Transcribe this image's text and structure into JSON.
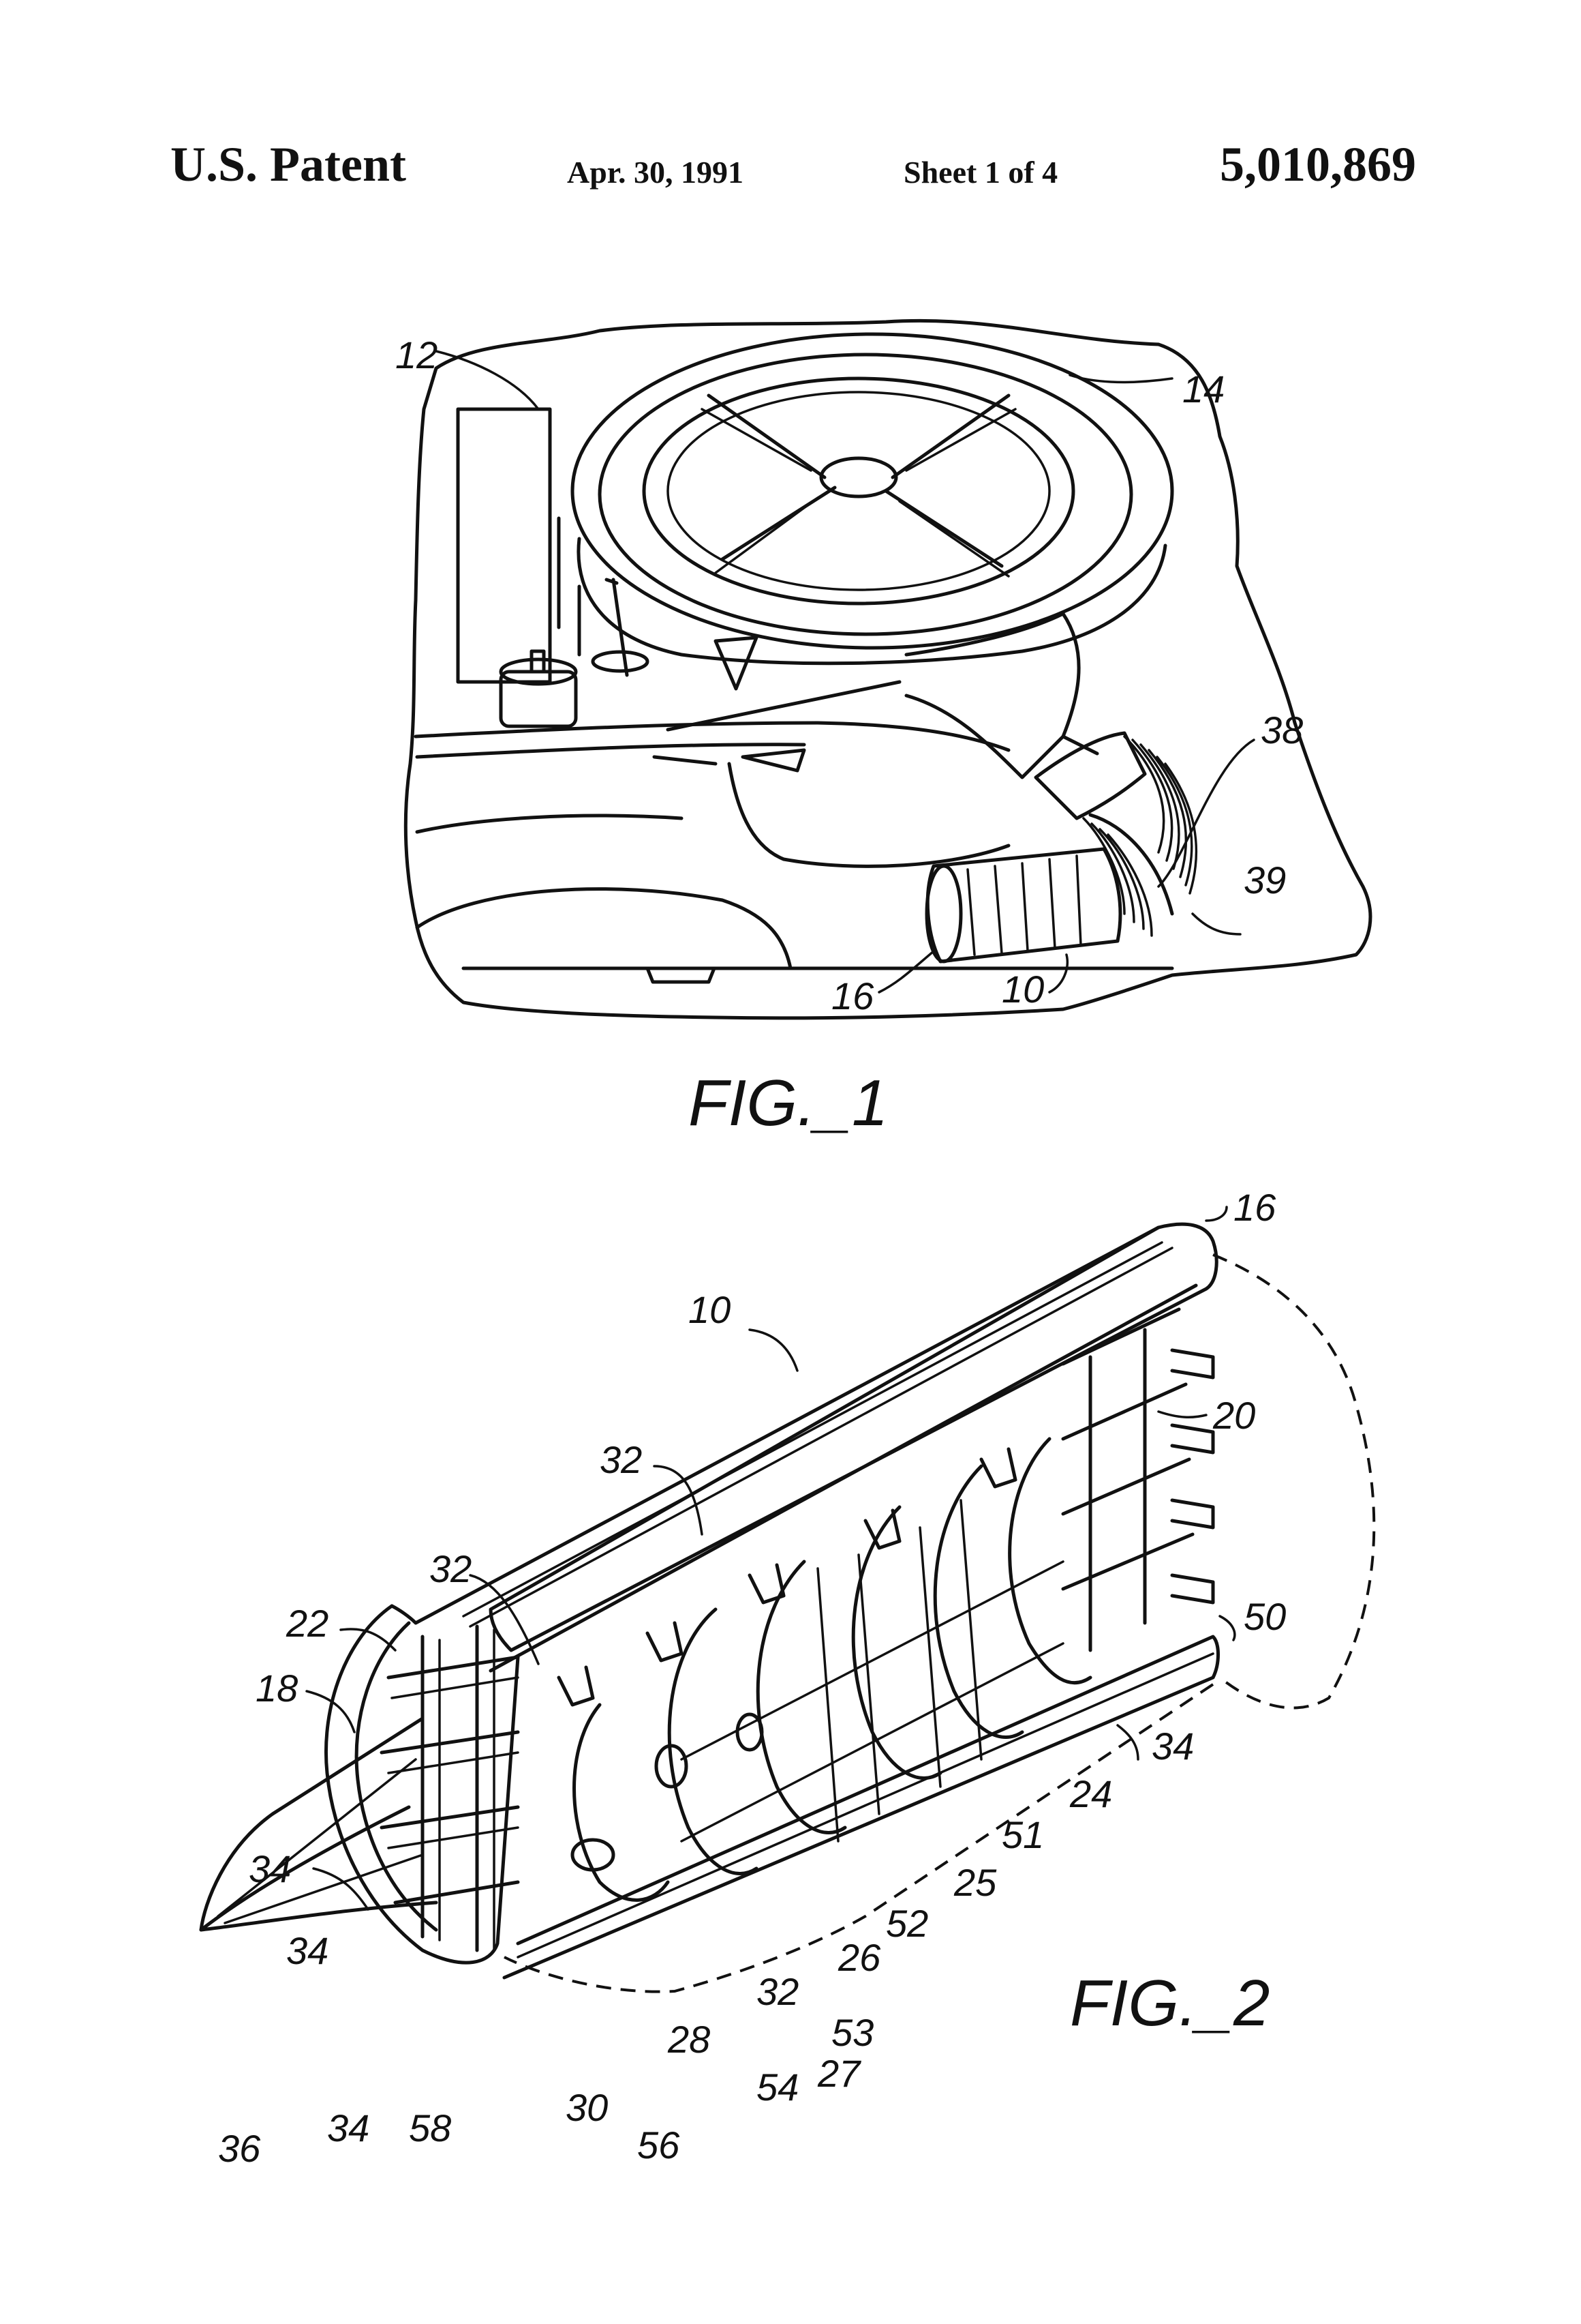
{
  "header": {
    "left": "U.S. Patent",
    "date": "Apr. 30, 1991",
    "sheet": "Sheet 1 of 4",
    "patent_number": "5,010,869"
  },
  "figures": [
    {
      "caption": "FIG._1",
      "reference_numerals": [
        "12",
        "14",
        "38",
        "39",
        "16",
        "10"
      ]
    },
    {
      "caption": "FIG._2",
      "reference_numerals": [
        "16",
        "10",
        "20",
        "32",
        "32",
        "22",
        "18",
        "50",
        "34",
        "24",
        "51",
        "25",
        "52",
        "26",
        "32",
        "53",
        "27",
        "54",
        "28",
        "30",
        "56",
        "58",
        "34",
        "34",
        "34",
        "36"
      ]
    }
  ]
}
